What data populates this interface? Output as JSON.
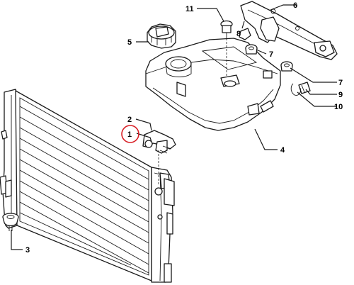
{
  "callouts": [
    {
      "id": "c1",
      "label": "1",
      "highlighted": true
    },
    {
      "id": "c2",
      "label": "2"
    },
    {
      "id": "c3",
      "label": "3"
    },
    {
      "id": "c4",
      "label": "4"
    },
    {
      "id": "c5",
      "label": "5"
    },
    {
      "id": "c6",
      "label": "6"
    },
    {
      "id": "c7a",
      "label": "7"
    },
    {
      "id": "c7b",
      "label": "7"
    },
    {
      "id": "c8",
      "label": "8"
    },
    {
      "id": "c9",
      "label": "9"
    },
    {
      "id": "c10",
      "label": "10"
    },
    {
      "id": "c11",
      "label": "11"
    }
  ],
  "colors": {
    "line": "#1a1a1a",
    "highlight": "#d81f26",
    "background": "#ffffff"
  }
}
